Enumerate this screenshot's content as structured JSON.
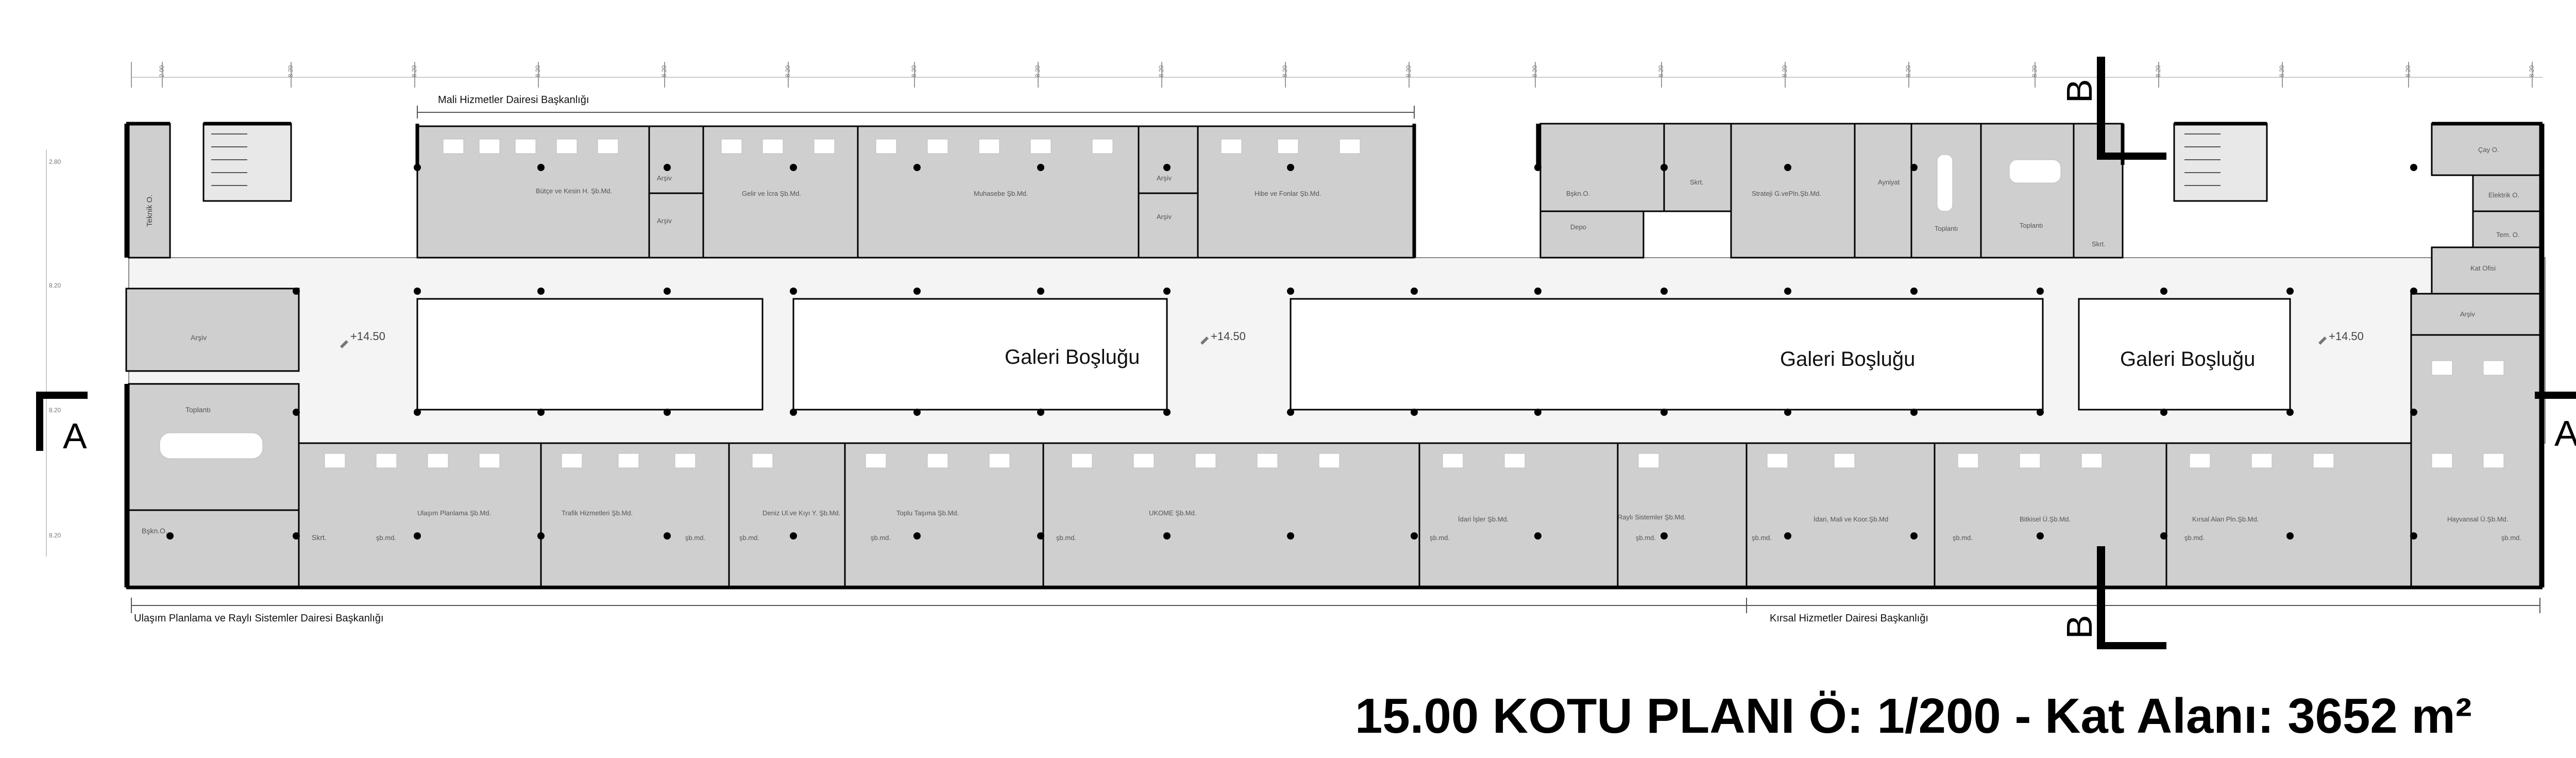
{
  "title": "15.00 KOTU PLANI Ö: 1/200  - Kat Alanı:  3652 m²",
  "top_dims": [
    "2.00",
    "8.20",
    "8.20",
    "8.20",
    "8.20",
    "8.20",
    "8.20",
    "8.20",
    "8.20",
    "8.20",
    "8.20",
    "8.20",
    "8.20",
    "8.20",
    "8.20",
    "8.20",
    "8.20",
    "8.20",
    "8.20",
    "8.20",
    "2.00"
  ],
  "left_dims": [
    "2.80",
    "8.20",
    "8.20",
    "8.20"
  ],
  "departments": {
    "mali": "Mali Hizmetler Dairesi Başkanlığı",
    "ulasim": "Ulaşım Planlama ve Raylı Sistemler Dairesi Başkanlığı",
    "kirsal": "Kırsal Hizmetler Dairesi Başkanlığı"
  },
  "sections": {
    "a_left": "A",
    "a_right": "A",
    "b_top": "B",
    "b_bottom": "B"
  },
  "galeri": "Galeri Boşluğu",
  "elevation": "+14.50",
  "rooms": {
    "teknik": "Teknik O.",
    "arsiv": "Arşiv",
    "butce": "Bütçe ve Kesin H. Şb.Md.",
    "gelir": "Gelir ve İcra Şb.Md.",
    "muhasebe": "Muhasebe Şb.Md.",
    "hibe": "Hibe ve Fonlar Şb.Md.",
    "bekin": "Bşkn.O.",
    "depo": "Depo",
    "sekr": "Skrt.",
    "strateji": "Strateji G.vePln.Şb.Md.",
    "ayniyat": "Ayniyat",
    "toplanti": "Toplantı",
    "cay": "Çay O.",
    "elektrik": "Elektrik O.",
    "temizlik": "Tem. O.",
    "katofisi": "Kat Ofisi",
    "ulasim_plan": "Ulaşım Planlama Şb.Md.",
    "trafik": "Trafik Hizmetleri Şb.Md.",
    "deniz": "Deniz Ul.ve Kıyı Y. Şb.Md.",
    "toplu": "Toplu Taşıma Şb.Md.",
    "ukome": "UKOME Şb.Md.",
    "idari_isler": "İdari İşler Şb.Md.",
    "rayli": "Raylı Sistemler Şb.Md.",
    "idari_mali": "İdari, Mali ve Koor.Şb.Md",
    "bitkisel": "Bitkisel Ü.Şb.Md.",
    "kirsal_alan": "Kırsal Alan Pln.Şb.Md.",
    "hayvansal": "Hayvansal Ü.Şb.Md.",
    "sbmd": "şb.md."
  }
}
